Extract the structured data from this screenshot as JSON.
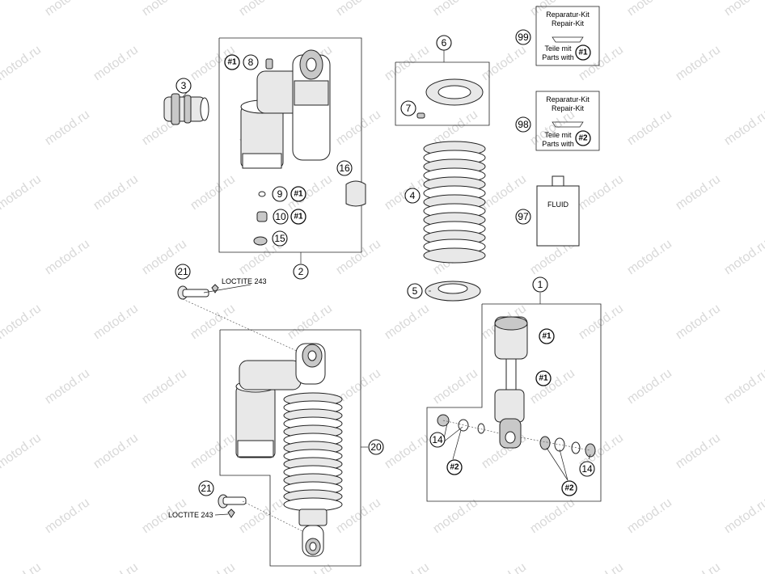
{
  "watermark": "motod.ru",
  "loctite_label": "LOCTITE 243",
  "fluid_label": "FLUID",
  "kits": {
    "kit1": {
      "line1": "Reparatur-Kit",
      "line2": "Repair-Kit",
      "line3": "Teile mit",
      "line4": "Parts with",
      "ref": "#1"
    },
    "kit2": {
      "line1": "Reparatur-Kit",
      "line2": "Repair-Kit",
      "line3": "Teile mit",
      "line4": "Parts with",
      "ref": "#2"
    }
  },
  "callouts": {
    "c1": "1",
    "c2": "2",
    "c3": "3",
    "c4": "4",
    "c5": "5",
    "c6": "6",
    "c7": "7",
    "c8": "8",
    "c9": "9",
    "c10": "10",
    "c14a": "14",
    "c14b": "14",
    "c15": "15",
    "c16": "16",
    "c20": "20",
    "c21a": "21",
    "c21b": "21",
    "c97": "97",
    "c98": "98",
    "c99": "99"
  },
  "refs": {
    "r8": "#1",
    "r9": "#1",
    "r10": "#1",
    "r_piston": "#1",
    "r_rod": "#1",
    "r_left": "#2",
    "r_right": "#2"
  }
}
